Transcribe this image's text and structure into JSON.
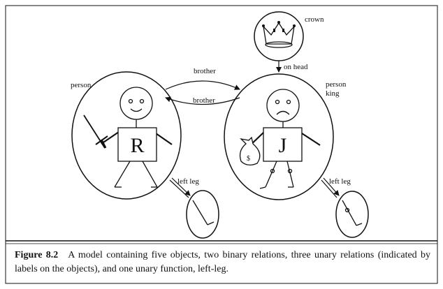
{
  "labels": {
    "crown": "crown",
    "on_head": "on head",
    "brother_top": "brother",
    "brother_bottom": "brother",
    "person_left": "person",
    "person_right": "person",
    "king": "king",
    "left_leg_r": "left leg",
    "left_leg_j": "left leg"
  },
  "letters": {
    "richard": "R",
    "john": "J",
    "money": "$"
  },
  "caption": {
    "figure_number": "Figure 8.2",
    "text": "A model containing five objects, two binary relations, three unary relations (indicated by labels on the objects), and one unary function, left-leg."
  }
}
